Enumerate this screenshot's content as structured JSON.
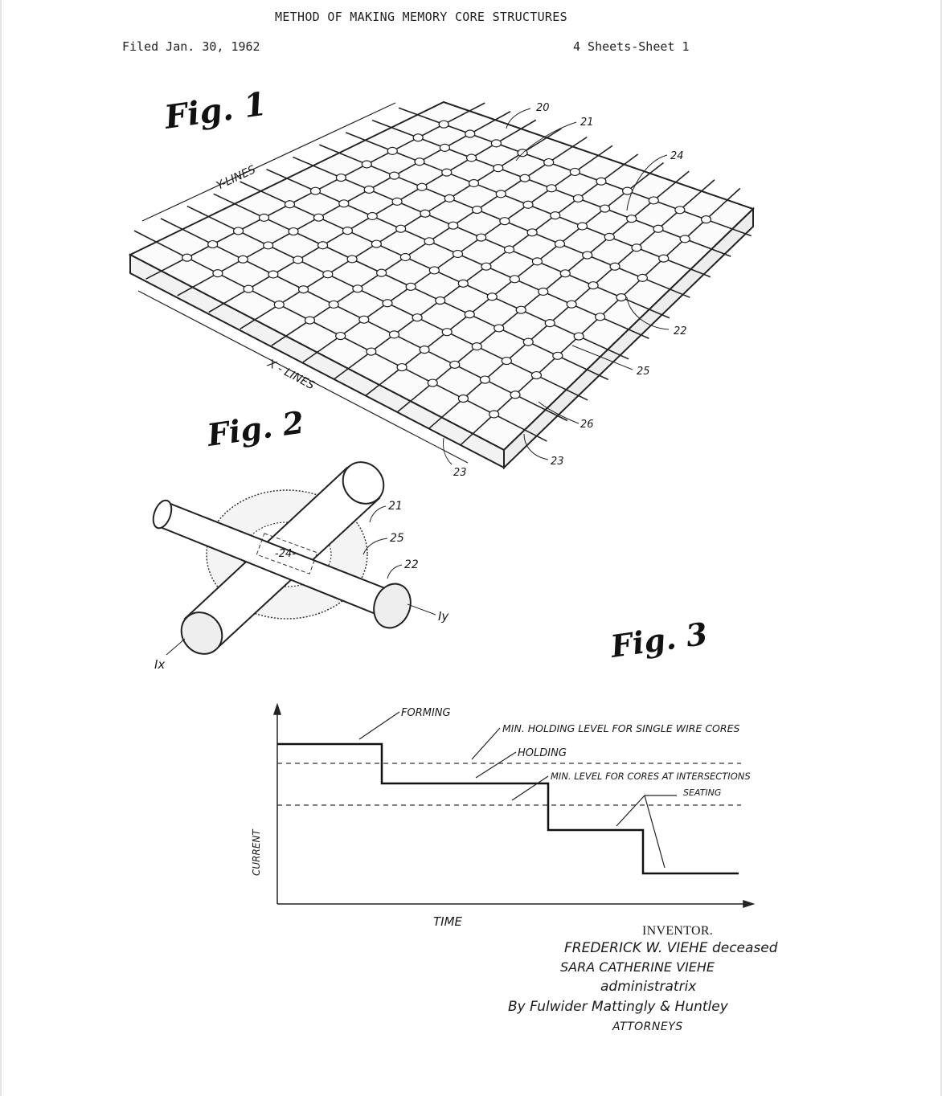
{
  "header": {
    "title": "METHOD OF MAKING MEMORY CORE STRUCTURES",
    "filed": "Filed Jan. 30, 1962",
    "sheet": "4 Sheets-Sheet 1"
  },
  "fig1": {
    "label": "Fig. 1",
    "y_lines": "Y-LINES",
    "x_lines": "X - LINES",
    "refs": [
      "20",
      "21",
      "24",
      "22",
      "25",
      "26",
      "23",
      "23"
    ]
  },
  "fig2": {
    "label": "Fig. 2",
    "refs": [
      "21",
      "25",
      "22"
    ],
    "core_ref": "-24-",
    "ix": "Ix",
    "iy": "Iy"
  },
  "fig3": {
    "label": "Fig. 3",
    "forming": "FORMING",
    "min_holding": "MIN. HOLDING LEVEL FOR SINGLE WIRE CORES",
    "holding": "HOLDING",
    "min_level": "MIN. LEVEL FOR CORES AT INTERSECTIONS",
    "seating": "SEATING",
    "ylabel": "CURRENT",
    "xlabel": "TIME"
  },
  "signature": {
    "inventor": "INVENTOR.",
    "line1": "FREDERICK W. VIEHE deceased",
    "line2": "SARA CATHERINE VIEHE",
    "line3": "administratrix",
    "line4": "By Fulwider Mattingly & Huntley",
    "line5": "ATTORNEYS"
  }
}
